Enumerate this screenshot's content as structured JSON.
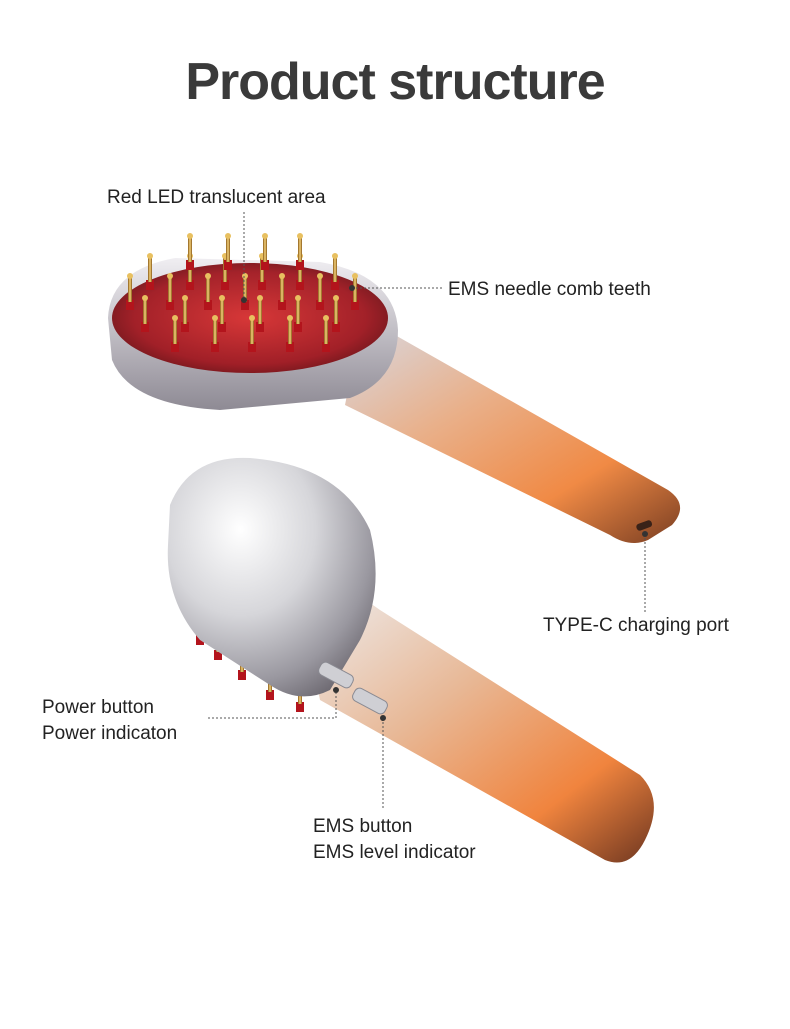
{
  "title": "Product structure",
  "callouts": {
    "red_led": "Red LED translucent area",
    "ems_teeth": "EMS needle comb teeth",
    "type_c": "TYPE-C charging port",
    "power_button": "Power button",
    "power_indicator": "Power indicaton",
    "ems_button": "EMS button",
    "ems_level": "EMS level indicator"
  },
  "colors": {
    "title": "#3a3a3a",
    "text": "#222222",
    "leader_line": "#555555",
    "chrome_light": "#f2f2f4",
    "chrome_mid": "#b8b8c0",
    "copper": "#e8864a",
    "copper_dark": "#8a4a2a",
    "led_red": "#c0202a"
  }
}
